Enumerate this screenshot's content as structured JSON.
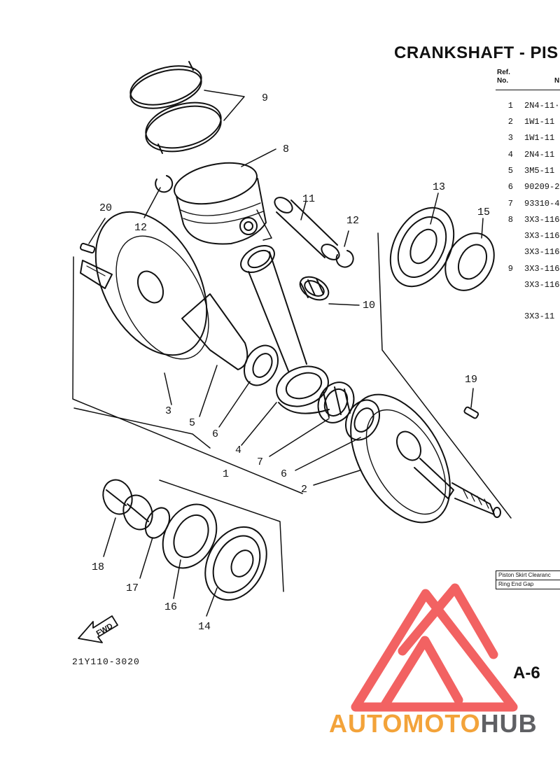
{
  "title": "CRANKSHAFT - PIS",
  "table_header": {
    "ref_label": "Ref.",
    "no_label": "No.",
    "part_no_label": "N"
  },
  "ref_rows": [
    {
      "ref": "1",
      "part": "2N4-11·"
    },
    {
      "ref": "2",
      "part": "1W1-11"
    },
    {
      "ref": "3",
      "part": "1W1-11"
    },
    {
      "ref": "4",
      "part": "2N4-11"
    },
    {
      "ref": "5",
      "part": "3M5-11"
    },
    {
      "ref": "6",
      "part": "90209-2"
    },
    {
      "ref": "7",
      "part": "93310-4"
    },
    {
      "ref": "8",
      "part": "3X3-116"
    },
    {
      "ref": "",
      "part": "3X3-116"
    },
    {
      "ref": "",
      "part": "3X3-116"
    },
    {
      "ref": "9",
      "part": "3X3-116"
    },
    {
      "ref": "",
      "part": "3X3-116"
    },
    {
      "ref": "",
      "part": "3X3-11"
    }
  ],
  "callouts": [
    "9",
    "8",
    "20",
    "12",
    "11",
    "12",
    "13",
    "15",
    "10",
    "19",
    "3",
    "5",
    "6",
    "4",
    "1",
    "7",
    "6",
    "2",
    "18",
    "17",
    "16",
    "14"
  ],
  "spec_box": {
    "row1": "Piston Skirt Clearanc",
    "row2": "Ring End Gap"
  },
  "fwd_label": "FWD",
  "diagram_part_number": "21Y110-3020",
  "page_number": "A-6",
  "watermark": {
    "part1": "AUTOMOTO",
    "part2": "HUB",
    "color_primary": "#f3a33a",
    "color_secondary": "#5f6064",
    "logo_color": "#ef3b3b"
  }
}
